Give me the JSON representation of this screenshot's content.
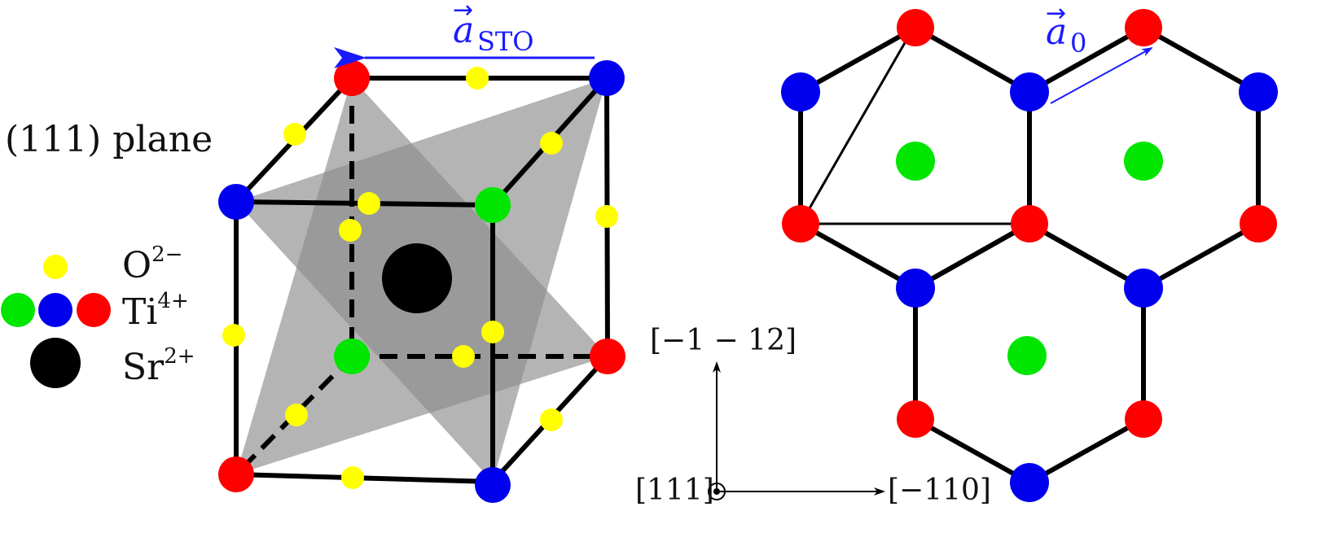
{
  "colors": {
    "red": "#ff0000",
    "blue": "#0000ee",
    "green": "#00e600",
    "yellow": "#ffff00",
    "black": "#000000",
    "vector_blue": "#1a1aff",
    "plane_gray": "#8c8c8c"
  },
  "labels": {
    "plane": "(111) plane",
    "a_sto_main": "a",
    "a_sto_sub": "STO",
    "a0_main": "a",
    "a0_sub": "0",
    "vec_arrow": "→",
    "dir_up": "[−1 − 12]",
    "dir_right": "[−110]",
    "dir_out": "[111]"
  },
  "legend": {
    "o_base": "O",
    "o_charge": "2−",
    "ti_base": "Ti",
    "ti_charge": "4+",
    "sr_base": "Sr",
    "sr_charge": "2+"
  }
}
